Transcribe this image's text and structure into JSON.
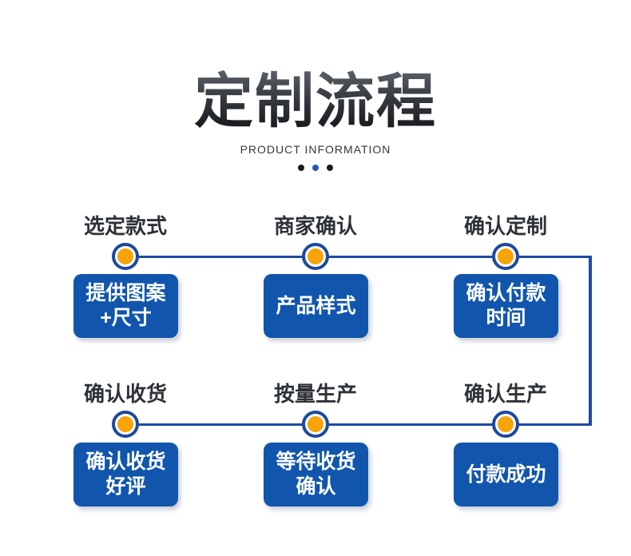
{
  "page": {
    "title": "定制流程",
    "subtitle": "PRODUCT INFORMATION"
  },
  "colors": {
    "box_blue": "#1156ac",
    "line_blue": "#1e4ba3",
    "node_ring_blue": "#1d4a9e",
    "node_orange": "#f7a30a",
    "dot_blue": "#2257b5",
    "dot_black": "#1b1b1b",
    "title_dark": "#131518"
  },
  "flow": {
    "rows": [
      {
        "steps": [
          {
            "label": "选定款式",
            "box_line1": "提供图案",
            "box_line2": "+尺寸"
          },
          {
            "label": "商家确认",
            "box_line1": "产品样式",
            "box_line2": ""
          },
          {
            "label": "确认定制",
            "box_line1": "确认付款",
            "box_line2": "时间"
          }
        ]
      },
      {
        "steps": [
          {
            "label": "确认收货",
            "box_line1": "确认收货",
            "box_line2": "好评"
          },
          {
            "label": "按量生产",
            "box_line1": "等待收货",
            "box_line2": "确认"
          },
          {
            "label": "确认生产",
            "box_line1": "付款成功",
            "box_line2": ""
          }
        ]
      }
    ]
  }
}
